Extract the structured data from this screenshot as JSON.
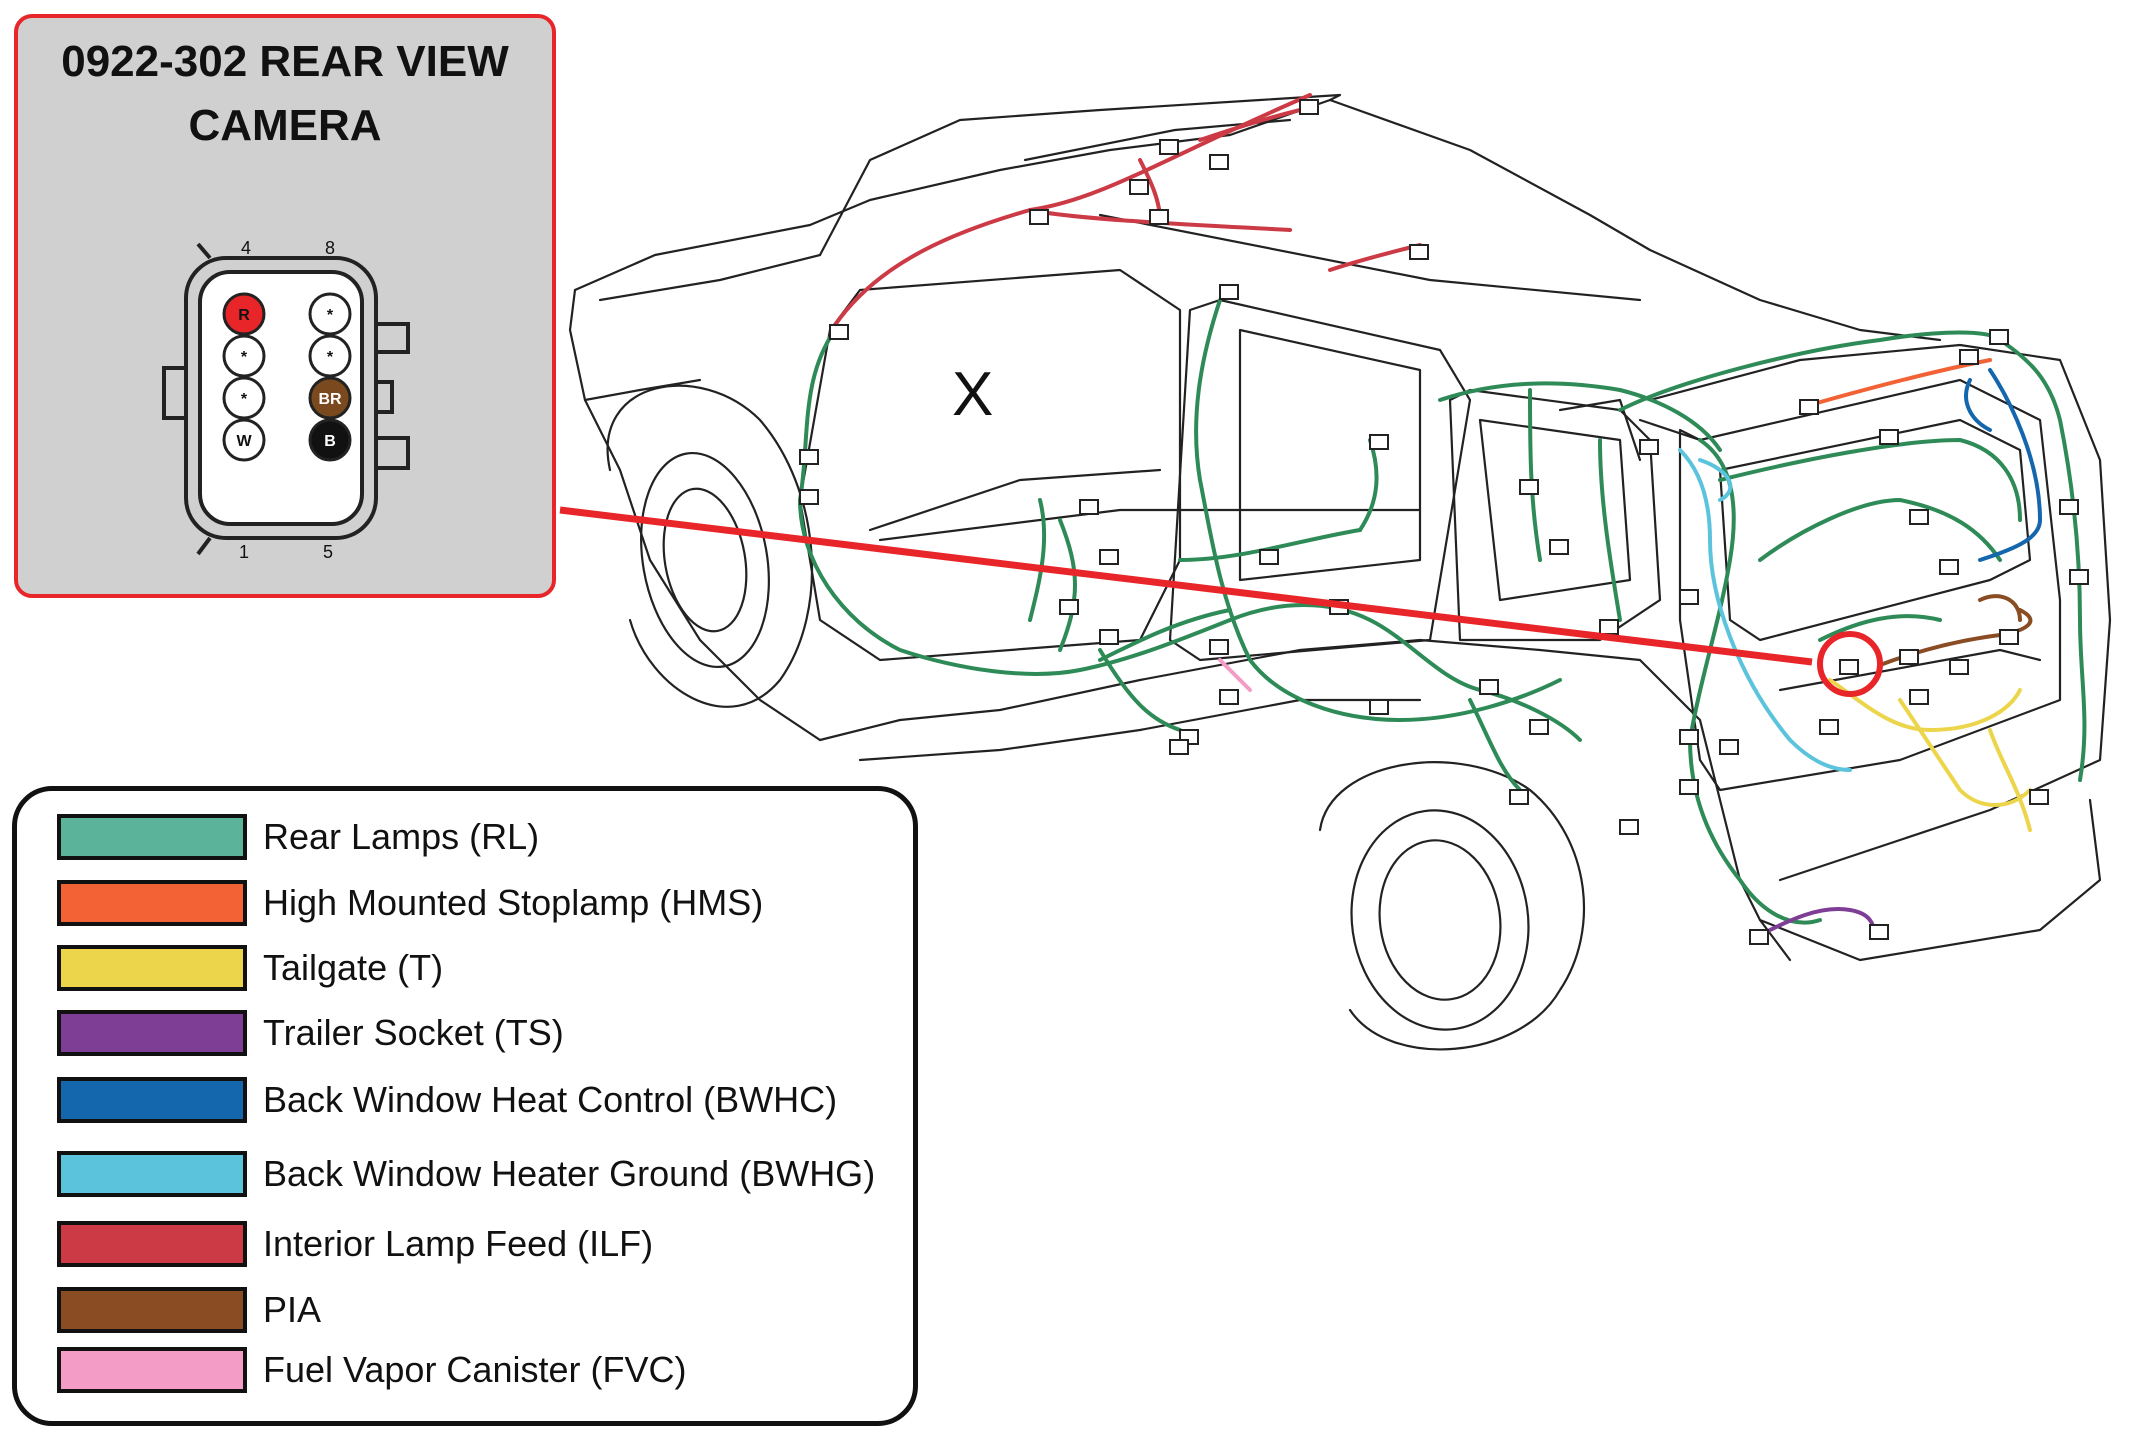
{
  "callout": {
    "title_line1": "0922-302 REAR VIEW",
    "title_line2": "CAMERA",
    "pin_labels": {
      "top_left": "4",
      "top_right": "8",
      "bottom_left": "1",
      "bottom_right": "5"
    },
    "pins_left": [
      {
        "text": "R",
        "color": "#e8262a"
      },
      {
        "text": "*",
        "color": "#ffffff"
      },
      {
        "text": "*",
        "color": "#ffffff"
      },
      {
        "text": "W",
        "color": "#ffffff"
      }
    ],
    "pins_right": [
      {
        "text": "*",
        "color": "#ffffff"
      },
      {
        "text": "*",
        "color": "#ffffff"
      },
      {
        "text": "BR",
        "color": "#7a4a1e"
      },
      {
        "text": "B",
        "color": "#111111"
      }
    ]
  },
  "diagram": {
    "marker_text": "X"
  },
  "legend": {
    "items": [
      {
        "label": "Rear Lamps (RL)",
        "color": "#5bb39a"
      },
      {
        "label": "High Mounted Stoplamp (HMS)",
        "color": "#f26234"
      },
      {
        "label": "Tailgate (T)",
        "color": "#ecd54a"
      },
      {
        "label": "Trailer Socket  (TS)",
        "color": "#7e3e96"
      },
      {
        "label": "Back Window Heat Control (BWHC)",
        "color": "#1466ad"
      },
      {
        "label": "Back Window Heater Ground (BWHG)",
        "color": "#5bc4dc"
      },
      {
        "label": "Interior Lamp Feed (ILF)",
        "color": "#cc3a46"
      },
      {
        "label": "PIA",
        "color": "#8a4c22"
      },
      {
        "label": "Fuel Vapor Canister (FVC)",
        "color": "#f29cc6"
      }
    ]
  },
  "colors": {
    "callout_border": "#e8262a",
    "pointer_line": "#e8262a",
    "harness_main": "#2e8b57"
  }
}
